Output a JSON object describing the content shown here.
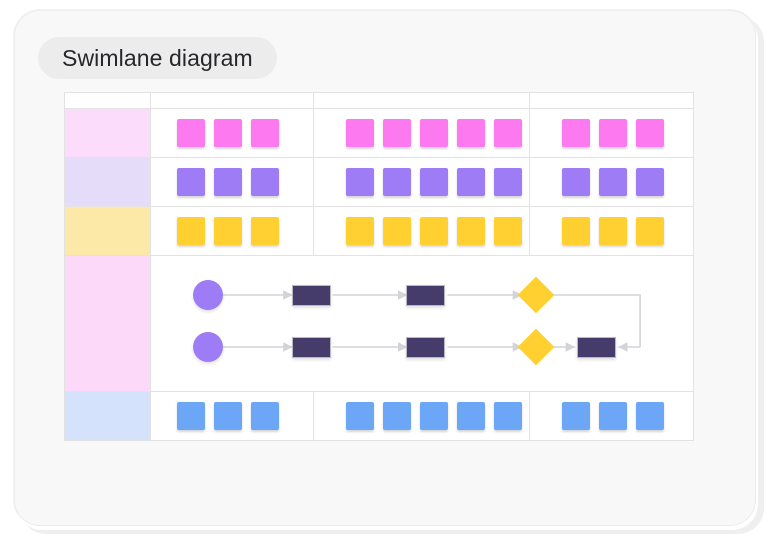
{
  "page": {
    "title_pill_label": "Swimlane diagram",
    "background": "#ffffff",
    "frame_fill": "#f8f8f8",
    "frame_border": "#ececec",
    "pill_fill": "#ececec",
    "pill_text_color": "#26262b"
  },
  "table": {
    "grid_line_color": "#e2e2e4",
    "header_fill": "#f4f4f5",
    "header_corner_fill": "#ffffff",
    "header_cells": [
      "",
      "",
      "",
      ""
    ],
    "column_count": 4
  },
  "lanes": [
    {
      "id": "lane-pink",
      "label": "",
      "label_fill": "#fbddfb",
      "card_color": "#fc79f0",
      "card_counts": [
        3,
        5,
        3
      ],
      "type": "cards"
    },
    {
      "id": "lane-lavender",
      "label": "",
      "label_fill": "#e5dcfa",
      "card_color": "#9d7cf5",
      "card_counts": [
        3,
        5,
        3
      ],
      "type": "cards"
    },
    {
      "id": "lane-yellow",
      "label": "",
      "label_fill": "#fce9a8",
      "card_color": "#ffd02f",
      "card_counts": [
        3,
        5,
        3
      ],
      "type": "cards"
    },
    {
      "id": "lane-flow",
      "label": "",
      "label_fill": "#fcd9f9",
      "type": "flow"
    },
    {
      "id": "lane-blue",
      "label": "",
      "label_fill": "#d4e3fb",
      "card_color": "#6ba6f7",
      "card_counts": [
        3,
        5,
        3
      ],
      "type": "cards"
    }
  ],
  "flow": {
    "connector_color": "#d3d3d8",
    "node_colors": {
      "start": "#9d7cf5",
      "task": "#453c6b",
      "decision": "#ffd02f"
    },
    "rows": [
      {
        "id": "flow-row-top",
        "nodes": [
          {
            "kind": "start",
            "name": "start-node",
            "label": ""
          },
          {
            "kind": "task",
            "name": "task-node",
            "label": ""
          },
          {
            "kind": "task",
            "name": "task-node",
            "label": ""
          },
          {
            "kind": "decision",
            "name": "decision-node",
            "label": ""
          }
        ]
      },
      {
        "id": "flow-row-bottom",
        "nodes": [
          {
            "kind": "start",
            "name": "start-node",
            "label": ""
          },
          {
            "kind": "task",
            "name": "task-node",
            "label": ""
          },
          {
            "kind": "task",
            "name": "task-node",
            "label": ""
          },
          {
            "kind": "decision",
            "name": "decision-node",
            "label": ""
          },
          {
            "kind": "task",
            "name": "task-node",
            "label": ""
          }
        ]
      }
    ]
  }
}
